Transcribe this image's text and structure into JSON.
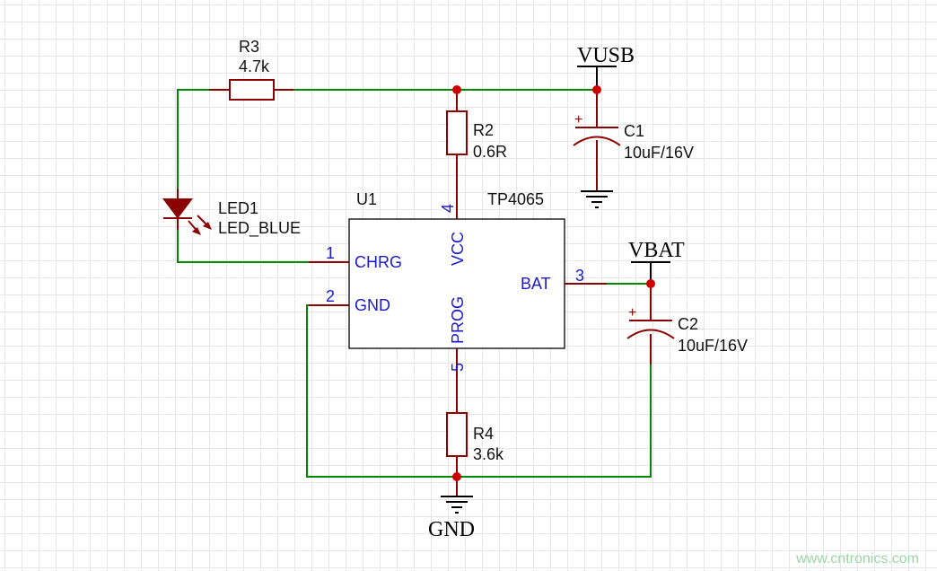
{
  "nets": {
    "vusb": "VUSB",
    "vbat": "VBAT",
    "gnd": "GND"
  },
  "components": {
    "r3": {
      "ref": "R3",
      "value": "4.7k"
    },
    "r2": {
      "ref": "R2",
      "value": "0.6R"
    },
    "r4": {
      "ref": "R4",
      "value": "3.6k"
    },
    "c1": {
      "ref": "C1",
      "value": "10uF/16V"
    },
    "c2": {
      "ref": "C2",
      "value": "10uF/16V"
    },
    "led1": {
      "ref": "LED1",
      "value": "LED_BLUE"
    },
    "u1": {
      "ref": "U1",
      "value": "TP4065",
      "pins": {
        "chrg": {
          "num": "1",
          "name": "CHRG"
        },
        "gnd": {
          "num": "2",
          "name": "GND"
        },
        "bat": {
          "num": "3",
          "name": "BAT"
        },
        "vcc": {
          "num": "4",
          "name": "VCC"
        },
        "prog": {
          "num": "5",
          "name": "PROG"
        }
      }
    }
  },
  "watermark": "www.cntronics.com",
  "colors": {
    "wire": "#008800",
    "component": "#8b0000",
    "junction": "#cc0000",
    "pin_text": "#1a1acc",
    "grid": "#e6e6e6"
  }
}
